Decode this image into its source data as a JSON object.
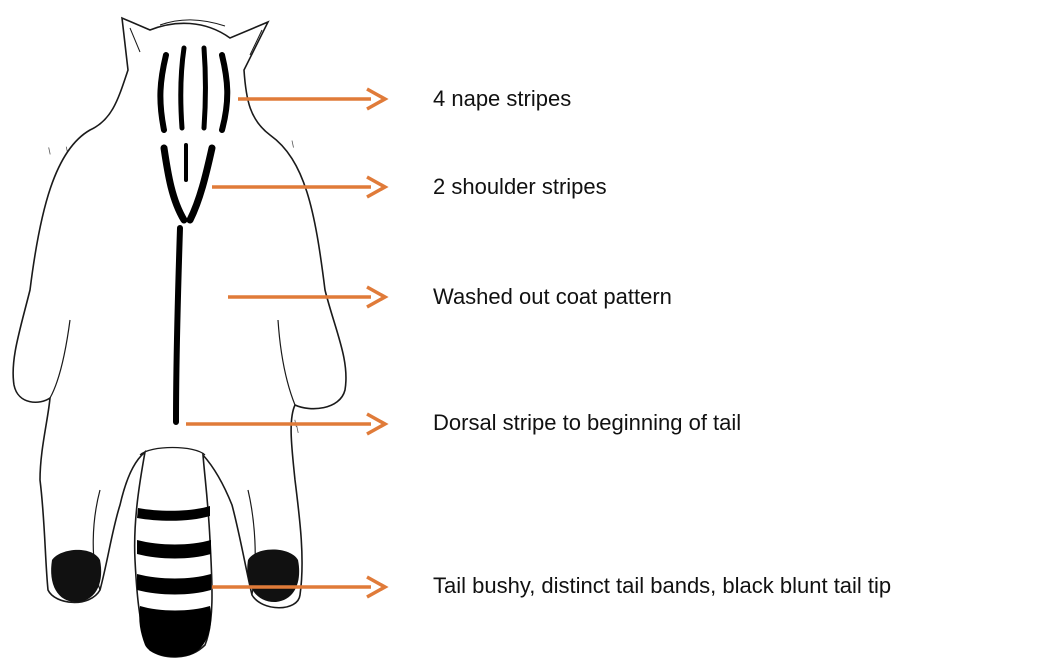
{
  "annotations": [
    {
      "id": "nape",
      "label": "4 nape stripes"
    },
    {
      "id": "shoulder",
      "label": "2 shoulder stripes"
    },
    {
      "id": "coat",
      "label": "Washed out coat pattern"
    },
    {
      "id": "dorsal",
      "label": "Dorsal stripe to beginning of tail"
    },
    {
      "id": "tail",
      "label": "Tail bushy, distinct tail bands, black blunt tail tip"
    }
  ],
  "colors": {
    "arrow": "#E07B39",
    "outline": "#1a1a1a",
    "marking": "#000000"
  }
}
